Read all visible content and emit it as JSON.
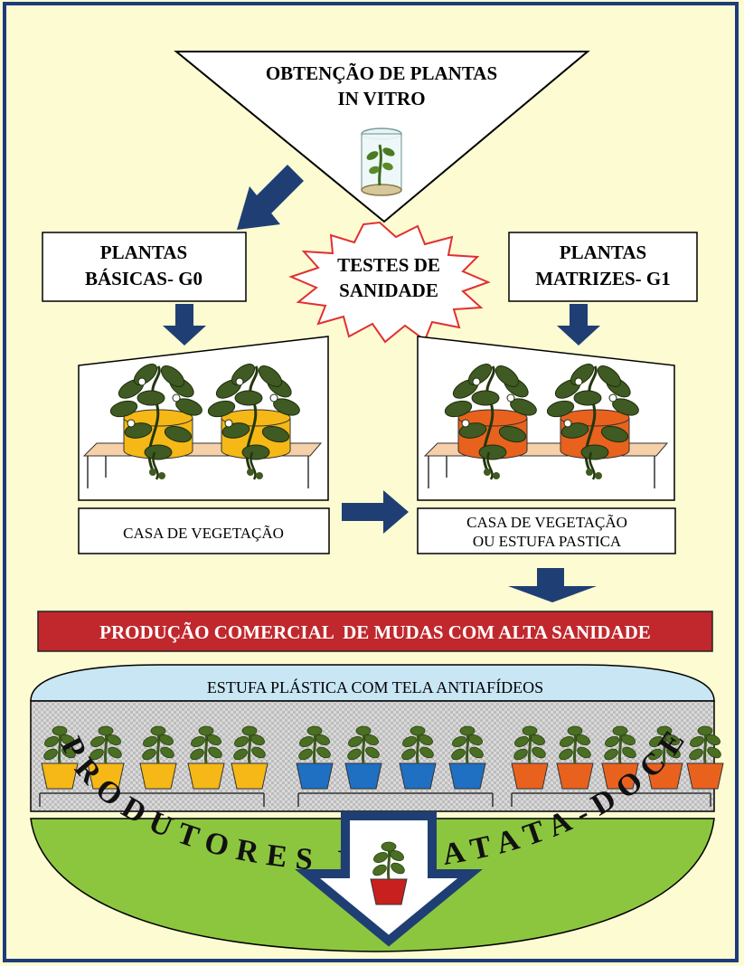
{
  "top_triangle": {
    "line1": "OBTENÇÃO DE PLANTAS",
    "line2": "IN VITRO"
  },
  "left_box": {
    "line1": "PLANTAS",
    "line2": "BÁSICAS- G0"
  },
  "right_box": {
    "line1": "PLANTAS",
    "line2": "MATRIZES- G1"
  },
  "burst": {
    "line1": "TESTES DE",
    "line2": "SANIDADE"
  },
  "left_house_label": "CASA DE VEGETAÇÃO",
  "right_house_label": {
    "line1": "CASA DE VEGETAÇÃO",
    "line2": "OU ESTUFA PASTICA"
  },
  "banner": "PRODUÇÃO COMERCIAL  DE MUDAS COM ALTA SANIDADE",
  "greenhouse_label": "ESTUFA PLÁSTICA COM TELA ANTIAFÍDEOS",
  "arc_text": "PRODUTORES DE BATATA-DOCE",
  "colors": {
    "background": "#fdfbd2",
    "frame": "#1f3c7a",
    "arrow": "#1f3f74",
    "banner": "#c0282d",
    "arc_green": "#8cc63f",
    "pot_yellow": "#f5b816",
    "pot_blue": "#1f6fc2",
    "pot_orange": "#e8621e",
    "pot_red": "#c8201e",
    "leaf": "#3c5a1e",
    "roof": "#c8e6f4"
  }
}
